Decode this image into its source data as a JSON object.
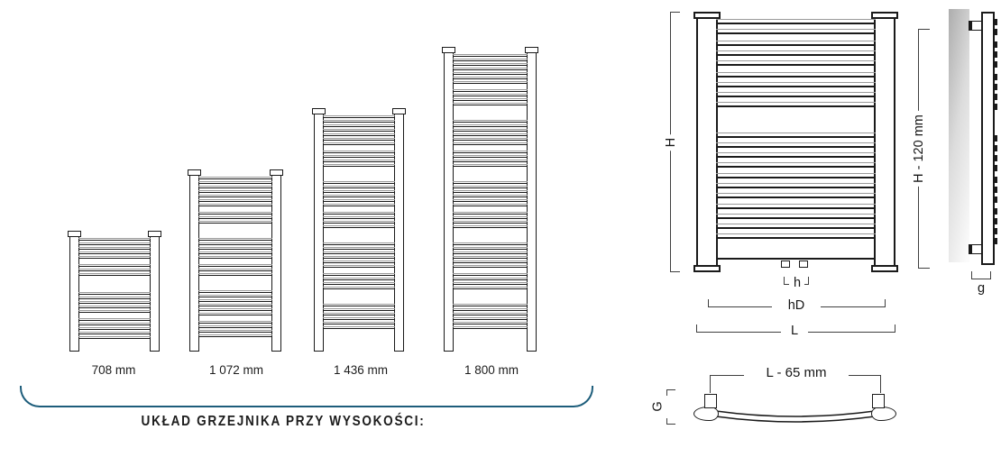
{
  "palette": {
    "line": "#1a1a1a",
    "rung_top": "#9a9a9a",
    "dim": "#3f3f3f",
    "brace": "#1d5d7b",
    "text": "#222222"
  },
  "size_chart": {
    "caption": "UKŁAD GRZEJNIKA PRZY WYSOKOŚCI:",
    "radiators": [
      {
        "label": "708 mm"
      },
      {
        "label": "1 072 mm"
      },
      {
        "label": "1 436 mm"
      },
      {
        "label": "1 800 mm"
      }
    ]
  },
  "dimension_diagram": {
    "height_label": "H",
    "height_minus_label": "H - 120 mm",
    "connection_spacing_label": "h",
    "hub_distance_label": "hD",
    "width_label": "L",
    "top_width_label": "L - 65 mm",
    "depth_label": "G",
    "wall_gap_label": "g"
  }
}
